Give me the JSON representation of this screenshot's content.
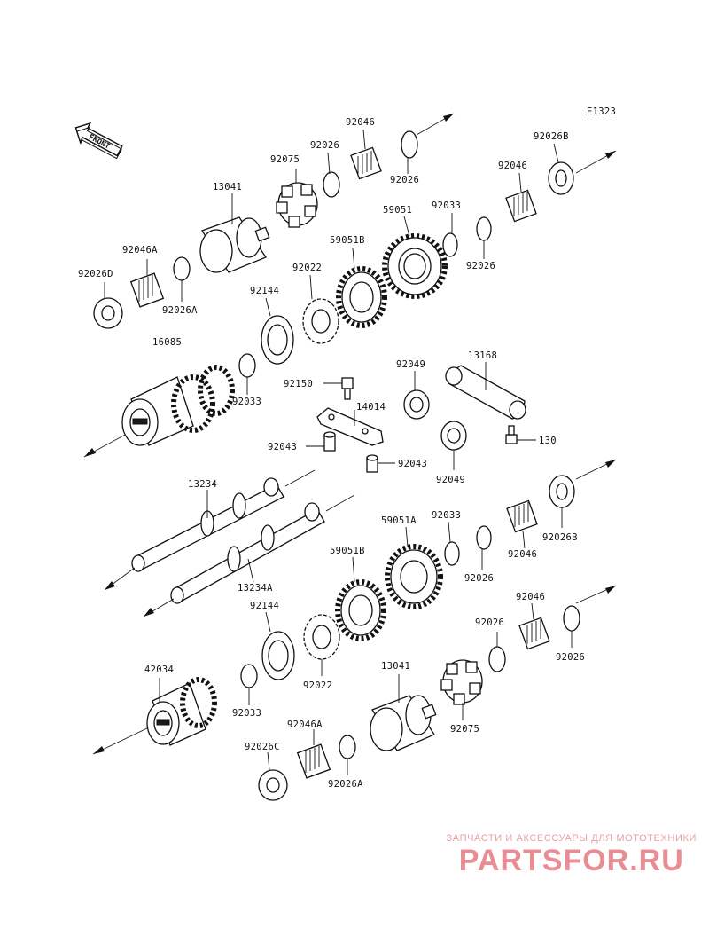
{
  "diagram_code": "E1323",
  "front_label": "FRONT",
  "parts": {
    "p13041_a": "13041",
    "p92075_a": "92075",
    "p92026_1": "92026",
    "p92046_1": "92046",
    "p92026_2": "92026",
    "p92026b_1": "92026B",
    "p92046_2": "92046",
    "p92046a_1": "92046A",
    "p92026d": "92026D",
    "p92026a_1": "92026A",
    "p59051": "59051",
    "p59051b_1": "59051B",
    "p92033_1": "92033",
    "p92026_3": "92026",
    "p92022_1": "92022",
    "p92144_1": "92144",
    "p16085": "16085",
    "p92033_2": "92033",
    "p92150": "92150",
    "p92049_1": "92049",
    "p13168": "13168",
    "p14014": "14014",
    "p130": "130",
    "p92043_1": "92043",
    "p92043_2": "92043",
    "p92049_2": "92049",
    "p13234": "13234",
    "p13234a": "13234A",
    "p59051a": "59051A",
    "p92033_3": "92033",
    "p59051b_2": "59051B",
    "p92026_4": "92026",
    "p92026b_2": "92026B",
    "p92046_3": "92046",
    "p92144_2": "92144",
    "p92022_2": "92022",
    "p42034": "42034",
    "p92033_4": "92033",
    "p13041_b": "13041",
    "p92046_4": "92046",
    "p92026_5": "92026",
    "p92026_6": "92026",
    "p92075_b": "92075",
    "p92046a_2": "92046A",
    "p92026c": "92026C",
    "p92026a_2": "92026A"
  },
  "watermark": {
    "tagline": "ЗАПЧАСТИ И АКСЕССУАРЫ ДЛЯ МОТОТЕХНИКИ",
    "brand": "PARTSFOR.RU"
  }
}
